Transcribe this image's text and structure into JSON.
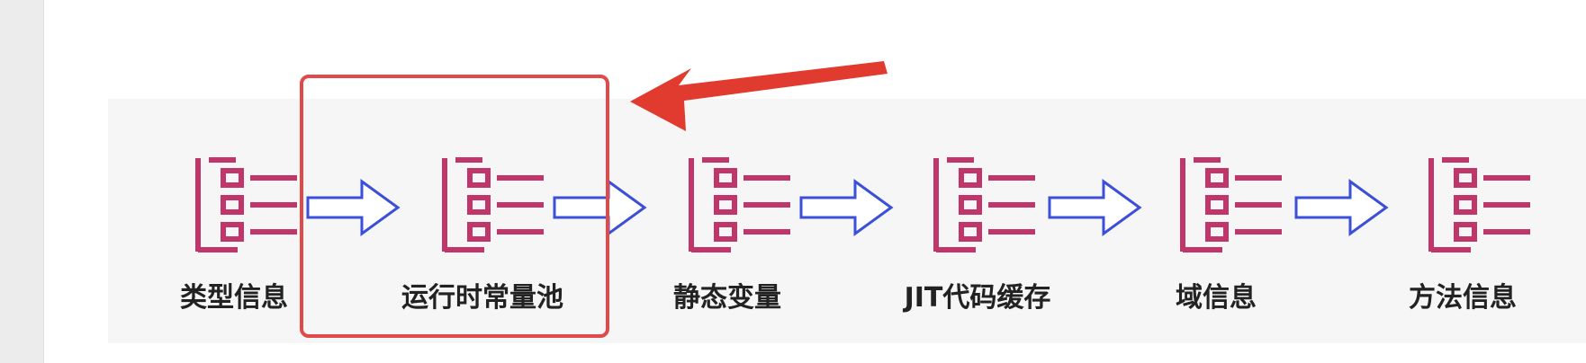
{
  "steps": [
    {
      "label": "类型信息",
      "icon": "list-icon"
    },
    {
      "label": "运行时常量池",
      "icon": "list-icon"
    },
    {
      "label": "静态变量",
      "icon": "list-icon"
    },
    {
      "label": "JIT代码缓存",
      "icon": "list-icon"
    },
    {
      "label": "域信息",
      "icon": "list-icon"
    },
    {
      "label": "方法信息",
      "icon": "list-icon"
    }
  ],
  "highlighted_step": "运行时常量池",
  "colors": {
    "icon": "#c0356a",
    "flow_arrow_stroke": "#3b4fd8",
    "highlight": "#e04a4a"
  }
}
